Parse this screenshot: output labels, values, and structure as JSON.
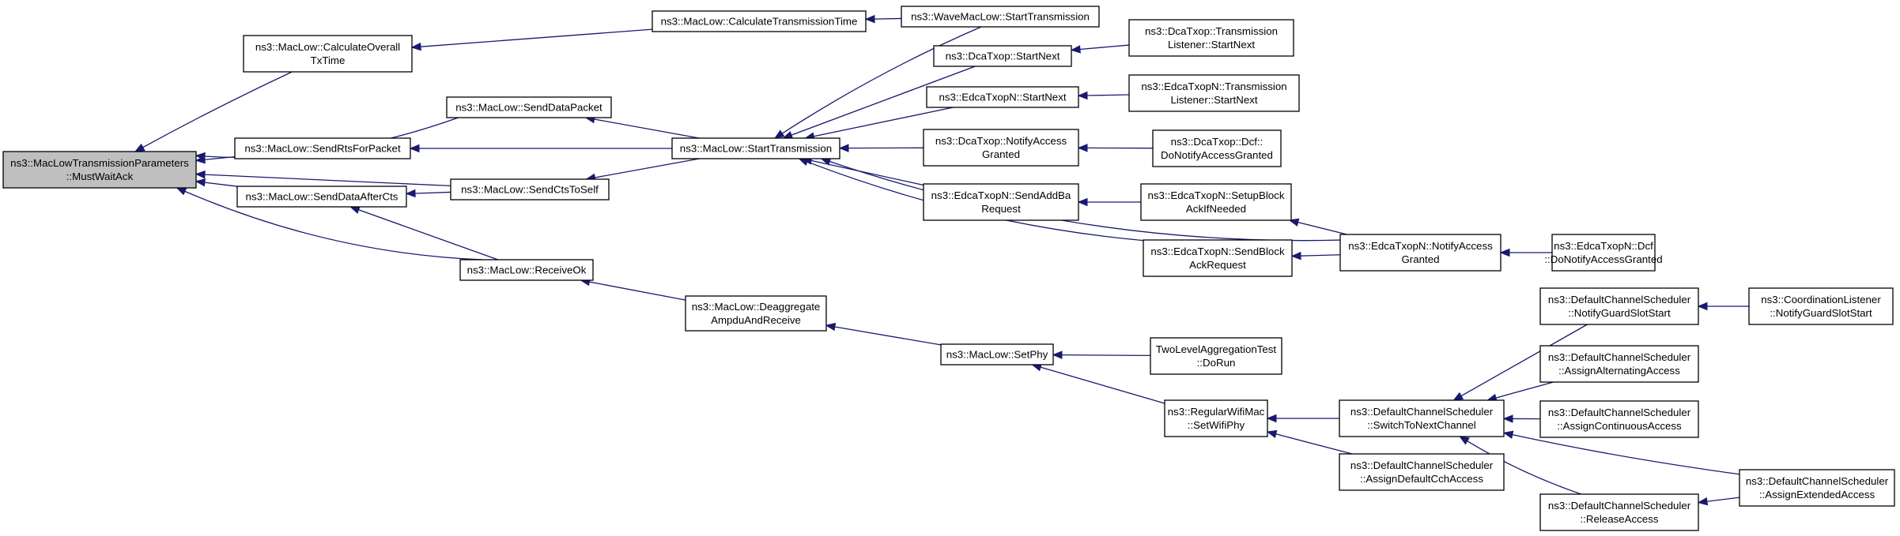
{
  "graph": {
    "edge_color": "#191970",
    "root_fill": "#bfbfbf",
    "nodes": [
      {
        "id": "must_wait_ack",
        "lines": [
          "ns3::MacLowTransmissionParameters",
          "::MustWaitAck"
        ],
        "root": true
      },
      {
        "id": "calc_overall",
        "lines": [
          "ns3::MacLow::CalculateOverall",
          "TxTime"
        ]
      },
      {
        "id": "calc_txtime",
        "lines": [
          "ns3::MacLow::CalculateTransmissionTime"
        ]
      },
      {
        "id": "wave_start",
        "lines": [
          "ns3::WaveMacLow::StartTransmission"
        ]
      },
      {
        "id": "send_data_packet",
        "lines": [
          "ns3::MacLow::SendDataPacket"
        ]
      },
      {
        "id": "send_rts",
        "lines": [
          "ns3::MacLow::SendRtsForPacket"
        ]
      },
      {
        "id": "start_tx",
        "lines": [
          "ns3::MacLow::StartTransmission"
        ]
      },
      {
        "id": "send_cts_self",
        "lines": [
          "ns3::MacLow::SendCtsToSelf"
        ]
      },
      {
        "id": "send_data_after_cts",
        "lines": [
          "ns3::MacLow::SendDataAfterCts"
        ]
      },
      {
        "id": "receive_ok",
        "lines": [
          "ns3::MacLow::ReceiveOk"
        ]
      },
      {
        "id": "deaggregate",
        "lines": [
          "ns3::MacLow::Deaggregate",
          "AmpduAndReceive"
        ]
      },
      {
        "id": "set_phy",
        "lines": [
          "ns3::MacLow::SetPhy"
        ]
      },
      {
        "id": "dca_start_next",
        "lines": [
          "ns3::DcaTxop::StartNext"
        ]
      },
      {
        "id": "edca_start_next",
        "lines": [
          "ns3::EdcaTxopN::StartNext"
        ]
      },
      {
        "id": "dca_notify",
        "lines": [
          "ns3::DcaTxop::NotifyAccess",
          "Granted"
        ]
      },
      {
        "id": "edca_send_addba",
        "lines": [
          "ns3::EdcaTxopN::SendAddBa",
          "Request"
        ]
      },
      {
        "id": "dca_listener",
        "lines": [
          "ns3::DcaTxop::Transmission",
          "Listener::StartNext"
        ]
      },
      {
        "id": "edca_listener",
        "lines": [
          "ns3::EdcaTxopN::Transmission",
          "Listener::StartNext"
        ]
      },
      {
        "id": "dca_dcf",
        "lines": [
          "ns3::DcaTxop::Dcf::",
          "DoNotifyAccessGranted"
        ]
      },
      {
        "id": "edca_setup_block",
        "lines": [
          "ns3::EdcaTxopN::SetupBlock",
          "AckIfNeeded"
        ]
      },
      {
        "id": "edca_send_block",
        "lines": [
          "ns3::EdcaTxopN::SendBlock",
          "AckRequest"
        ]
      },
      {
        "id": "edca_notify",
        "lines": [
          "ns3::EdcaTxopN::NotifyAccess",
          "Granted"
        ]
      },
      {
        "id": "edca_dcf",
        "lines": [
          "ns3::EdcaTxopN::Dcf",
          "::DoNotifyAccessGranted"
        ]
      },
      {
        "id": "two_level",
        "lines": [
          "TwoLevelAggregationTest",
          "::DoRun"
        ]
      },
      {
        "id": "regular_wifi",
        "lines": [
          "ns3::RegularWifiMac",
          "::SetWifiPhy"
        ]
      },
      {
        "id": "switch_next",
        "lines": [
          "ns3::DefaultChannelScheduler",
          "::SwitchToNextChannel"
        ]
      },
      {
        "id": "assign_default_cch",
        "lines": [
          "ns3::DefaultChannelScheduler",
          "::AssignDefaultCchAccess"
        ]
      },
      {
        "id": "notify_guard",
        "lines": [
          "ns3::DefaultChannelScheduler",
          "::NotifyGuardSlotStart"
        ]
      },
      {
        "id": "assign_alternating",
        "lines": [
          "ns3::DefaultChannelScheduler",
          "::AssignAlternatingAccess"
        ]
      },
      {
        "id": "assign_continuous",
        "lines": [
          "ns3::DefaultChannelScheduler",
          "::AssignContinuousAccess"
        ]
      },
      {
        "id": "release_access",
        "lines": [
          "ns3::DefaultChannelScheduler",
          "::ReleaseAccess"
        ]
      },
      {
        "id": "coord_listener",
        "lines": [
          "ns3::CoordinationListener",
          "::NotifyGuardSlotStart"
        ]
      },
      {
        "id": "assign_extended",
        "lines": [
          "ns3::DefaultChannelScheduler",
          "::AssignExtendedAccess"
        ]
      }
    ],
    "edges": [
      {
        "from": "calc_overall",
        "to": "must_wait_ack"
      },
      {
        "from": "send_data_packet",
        "to": "must_wait_ack"
      },
      {
        "from": "send_rts",
        "to": "must_wait_ack"
      },
      {
        "from": "send_cts_self",
        "to": "must_wait_ack"
      },
      {
        "from": "send_data_after_cts",
        "to": "must_wait_ack"
      },
      {
        "from": "receive_ok",
        "to": "must_wait_ack"
      },
      {
        "from": "calc_txtime",
        "to": "calc_overall"
      },
      {
        "from": "wave_start",
        "to": "calc_txtime"
      },
      {
        "from": "start_tx",
        "to": "send_data_packet"
      },
      {
        "from": "start_tx",
        "to": "send_rts"
      },
      {
        "from": "start_tx",
        "to": "send_cts_self"
      },
      {
        "from": "send_cts_self",
        "to": "send_data_after_cts"
      },
      {
        "from": "receive_ok",
        "to": "send_data_after_cts"
      },
      {
        "from": "deaggregate",
        "to": "receive_ok"
      },
      {
        "from": "set_phy",
        "to": "deaggregate"
      },
      {
        "from": "wave_start",
        "to": "start_tx"
      },
      {
        "from": "dca_start_next",
        "to": "start_tx"
      },
      {
        "from": "edca_start_next",
        "to": "start_tx"
      },
      {
        "from": "dca_notify",
        "to": "start_tx"
      },
      {
        "from": "edca_send_addba",
        "to": "start_tx"
      },
      {
        "from": "edca_send_block",
        "to": "start_tx"
      },
      {
        "from": "edca_notify",
        "to": "start_tx"
      },
      {
        "from": "dca_listener",
        "to": "dca_start_next"
      },
      {
        "from": "edca_listener",
        "to": "edca_start_next"
      },
      {
        "from": "dca_dcf",
        "to": "dca_notify"
      },
      {
        "from": "edca_setup_block",
        "to": "edca_send_addba"
      },
      {
        "from": "edca_notify",
        "to": "edca_setup_block"
      },
      {
        "from": "edca_notify",
        "to": "edca_send_block"
      },
      {
        "from": "edca_dcf",
        "to": "edca_notify"
      },
      {
        "from": "two_level",
        "to": "set_phy"
      },
      {
        "from": "regular_wifi",
        "to": "set_phy"
      },
      {
        "from": "switch_next",
        "to": "regular_wifi"
      },
      {
        "from": "assign_default_cch",
        "to": "regular_wifi"
      },
      {
        "from": "notify_guard",
        "to": "switch_next"
      },
      {
        "from": "assign_alternating",
        "to": "switch_next"
      },
      {
        "from": "assign_continuous",
        "to": "switch_next"
      },
      {
        "from": "release_access",
        "to": "switch_next"
      },
      {
        "from": "assign_extended",
        "to": "switch_next"
      },
      {
        "from": "coord_listener",
        "to": "notify_guard"
      },
      {
        "from": "assign_extended",
        "to": "release_access"
      }
    ]
  }
}
